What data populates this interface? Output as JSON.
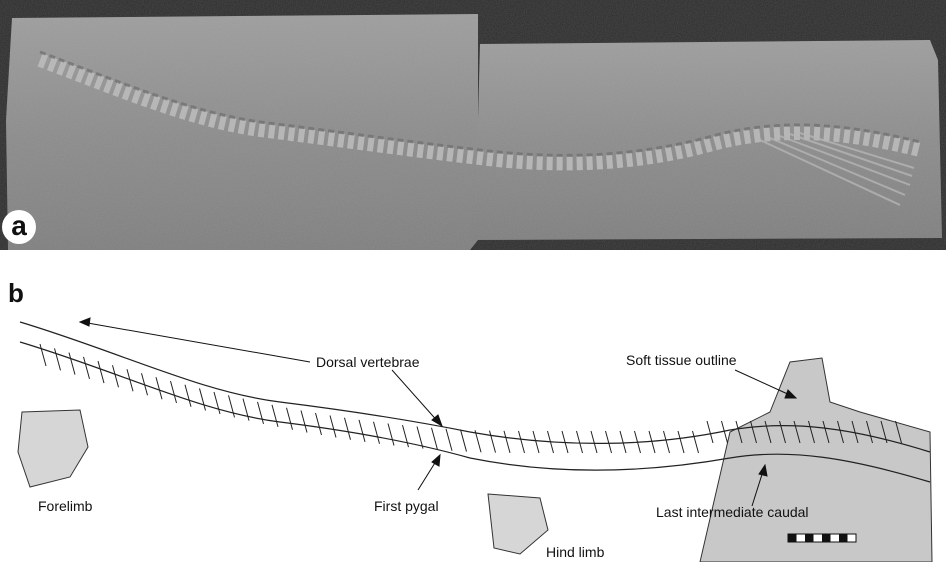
{
  "panel_a": {
    "letter": "a"
  },
  "panel_b": {
    "letter": "b",
    "labels": {
      "dorsal_vertebrae": "Dorsal vertebrae",
      "soft_tissue_outline": "Soft tissue outline",
      "forelimb": "Forelimb",
      "first_pygal": "First pygal",
      "last_intermediate_caudal": "Last intermediate caudal",
      "hind_limb": "Hind limb"
    }
  },
  "colors": {
    "background_dark": "#2b2b2b",
    "slab": "#8f8f8f",
    "soft_tissue": "#c8c8c8"
  }
}
